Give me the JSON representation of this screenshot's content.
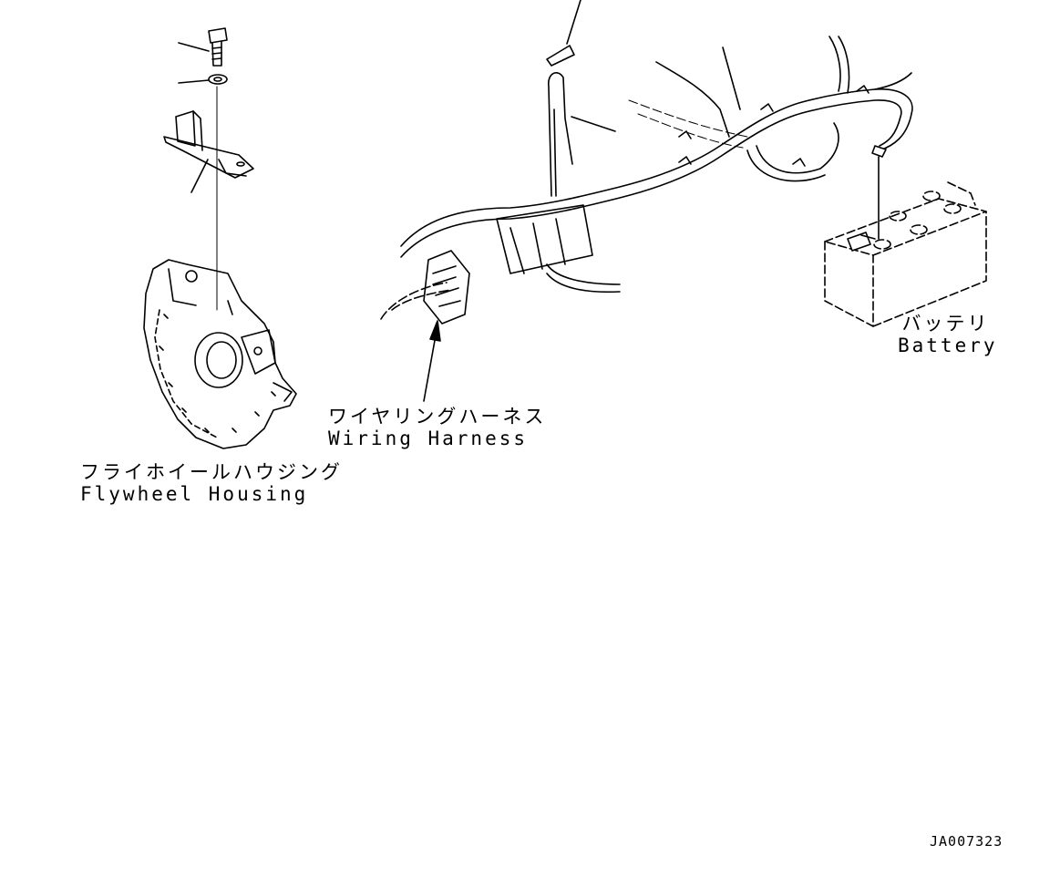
{
  "labels": {
    "flywheel_housing": {
      "ja": "フライホイールハウジング",
      "en": "Flywheel Housing"
    },
    "wiring_harness": {
      "ja": "ワイヤリングハーネス",
      "en": "Wiring Harness"
    },
    "battery": {
      "ja": "バッテリ",
      "en": "Battery"
    }
  },
  "drawing_number": "JA007323",
  "colors": {
    "line": "#000000",
    "background": "#ffffff"
  }
}
